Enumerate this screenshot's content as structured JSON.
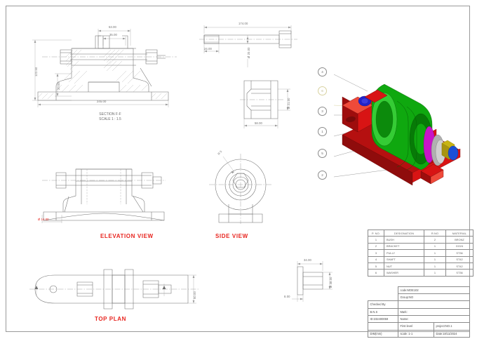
{
  "sheet": {
    "title": "Mechanical assembly drawing sheet"
  },
  "views": {
    "section": {
      "label_line1": "SECTION F-F",
      "label_line2": "SCALE 1 : 1.5",
      "dims": {
        "top_outer": "53.00",
        "top_inner": "35.00",
        "left_height": "122.50",
        "inner_height": "20.00",
        "bottom_width": "245.00"
      }
    },
    "shaft": {
      "dims": {
        "length": "174.00",
        "thread": "24.00",
        "diameter": "Ø 20.00"
      }
    },
    "pulley": {
      "dims": {
        "width": "58.00",
        "diameter": "Ø 21.00",
        "outer_diameter": "Ø 72.00"
      }
    },
    "elevation": {
      "label": "ELEVATION VIEW",
      "dims": {
        "corner": "Ø 14.00"
      }
    },
    "side": {
      "label": "SIDE VIEW",
      "dims": {
        "leader": "R 5"
      }
    },
    "top_plan": {
      "label": "TOP PLAN",
      "dims": {
        "width": "50.00"
      }
    },
    "bush": {
      "dims": {
        "length": "34.00",
        "flange": "8.00",
        "diameter": "Ø 38.00"
      }
    }
  },
  "balloons": [
    {
      "id": "b4",
      "number": "4",
      "highlight": false
    },
    {
      "id": "b6",
      "number": "6",
      "highlight": true
    },
    {
      "id": "b3",
      "number": "3",
      "highlight": false
    },
    {
      "id": "b1",
      "number": "1",
      "highlight": false
    },
    {
      "id": "b5",
      "number": "5",
      "highlight": false
    },
    {
      "id": "b2",
      "number": "2",
      "highlight": false
    }
  ],
  "model_colors": {
    "bracket": "#d81414",
    "bracket_dark": "#9e0d0d",
    "bracket_light": "#ef4a3a",
    "pulley": "#0fa80f",
    "pulley_dark": "#077a07",
    "pulley_light": "#35cc35",
    "bush_blue": "#2222cc",
    "washer_magenta": "#c814c8",
    "nut_yellow": "#c8b414",
    "shaft_blue": "#1a4fd6",
    "grey": "#b0b0b0"
  },
  "parts_table": {
    "headers": [
      "P. NO.",
      "DESIGNATION",
      "R.NO",
      "MATERIAL"
    ],
    "rows": [
      {
        "no": "1",
        "designation": "BUSH",
        "rno": "2",
        "material": "BRONZ"
      },
      {
        "no": "2",
        "designation": "BRACKET",
        "rno": "1",
        "material": "GG24"
      },
      {
        "no": "3",
        "designation": "PULLY",
        "rno": "1",
        "material": "ST36"
      },
      {
        "no": "4",
        "designation": "SHAFT",
        "rno": "1",
        "material": "ST42"
      },
      {
        "no": "5",
        "designation": "NUT",
        "rno": "1",
        "material": "ST42"
      },
      {
        "no": "6",
        "designation": "WASHER",
        "rno": "1",
        "material": "ST36"
      }
    ]
  },
  "title_block": {
    "code": "code:MOE102",
    "group": "Group:NO",
    "checked_by": "Checked By",
    "author_initials": "B.N.S",
    "author_id": "ID:232400059",
    "mark": "Mark:",
    "name": "Name:",
    "first_level": "First level",
    "project_no": "project:NO.1",
    "dim_units": "DIM(mm)",
    "scale": "scale :1-1",
    "date": "Date:18/11/2024"
  }
}
